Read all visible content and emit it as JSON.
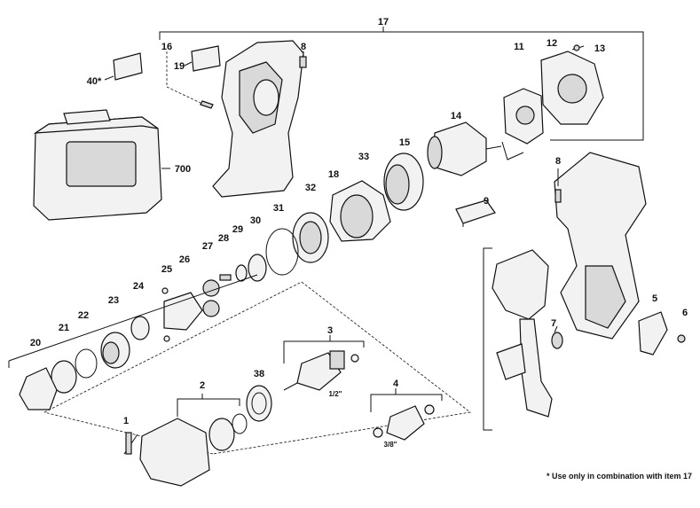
{
  "callouts": {
    "c17": "17",
    "c16": "16",
    "c8a": "8",
    "c19": "19",
    "c40": "40*",
    "c700": "700",
    "c11": "11",
    "c12": "12",
    "c13": "13",
    "c14": "14",
    "c15": "15",
    "c33": "33",
    "c18": "18",
    "c32": "32",
    "c31": "31",
    "c9": "9",
    "c8b": "8",
    "c30": "30",
    "c29": "29",
    "c28": "28",
    "c27": "27",
    "c26": "26",
    "c25": "25",
    "c24": "24",
    "c23": "23",
    "c22": "22",
    "c21": "21",
    "c20": "20",
    "c3": "3",
    "c4": "4",
    "c2": "2",
    "c38": "38",
    "c1": "1",
    "c5": "5",
    "c6": "6",
    "c7": "7"
  },
  "sizes": {
    "half_inch": "1/2\"",
    "three_eighths": "3/8\""
  },
  "footnote": "* Use only in combination with item 17"
}
